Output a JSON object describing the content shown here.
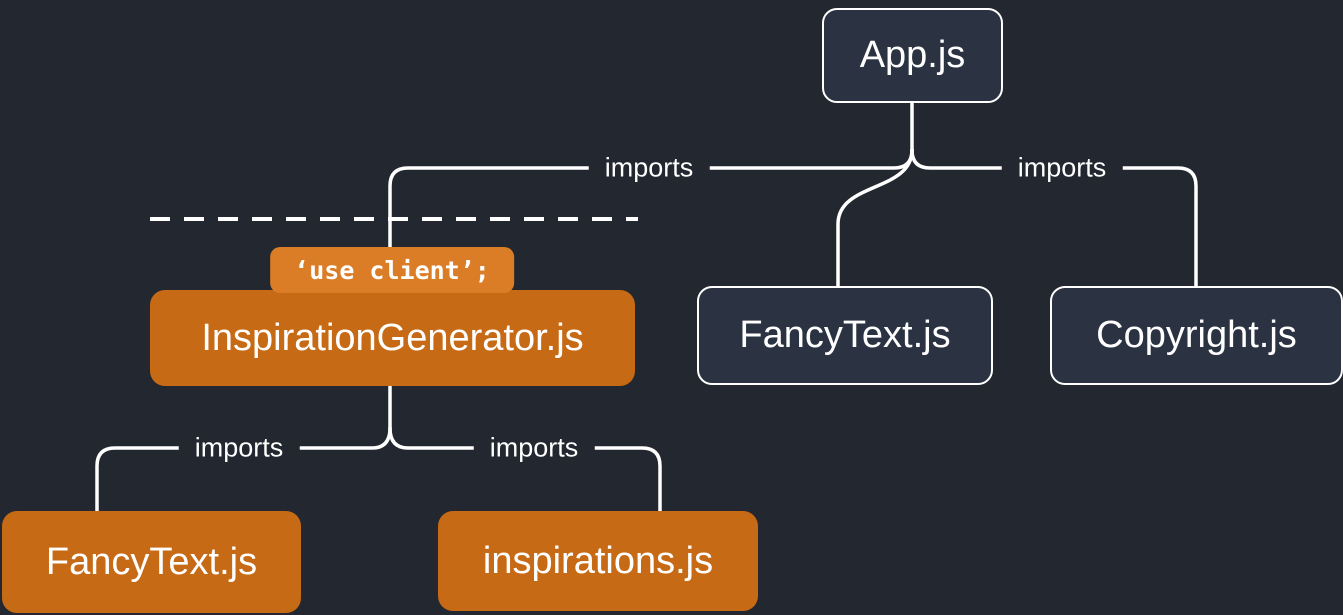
{
  "diagram": {
    "background_color": "#23272f",
    "line_color": "#ffffff",
    "colors": {
      "server_fill": "#2b3342",
      "server_border": "#ffffff",
      "client_fill": "#c76a15",
      "badge_fill": "#db7d27",
      "text": "#ffffff"
    },
    "nodes": [
      {
        "id": "app",
        "label": "App.js",
        "kind": "server"
      },
      {
        "id": "inspiration_generator",
        "label": "InspirationGenerator.js",
        "kind": "client",
        "directive": "‘use client’;"
      },
      {
        "id": "fancytext_server",
        "label": "FancyText.js",
        "kind": "server"
      },
      {
        "id": "copyright",
        "label": "Copyright.js",
        "kind": "server"
      },
      {
        "id": "fancytext_client",
        "label": "FancyText.js",
        "kind": "client"
      },
      {
        "id": "inspirations",
        "label": "inspirations.js",
        "kind": "client"
      }
    ],
    "edges": [
      {
        "from": "App.js",
        "to": "InspirationGenerator.js",
        "label": "imports"
      },
      {
        "from": "App.js",
        "to": "FancyText.js",
        "label": ""
      },
      {
        "from": "App.js",
        "to": "Copyright.js",
        "label": "imports"
      },
      {
        "from": "InspirationGenerator.js",
        "to": "FancyText.js",
        "label": "imports"
      },
      {
        "from": "InspirationGenerator.js",
        "to": "inspirations.js",
        "label": "imports"
      }
    ]
  }
}
